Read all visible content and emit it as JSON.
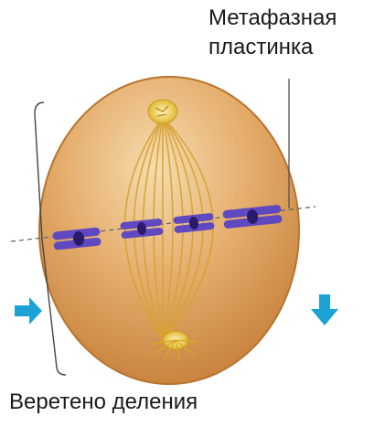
{
  "labels": {
    "metaphase_plate_line1": "Метафазная",
    "metaphase_plate_line2": "пластинка",
    "spindle": "Веретено деления"
  },
  "colors": {
    "cell_fill": "#d99a55",
    "cell_light": "#f3d3a0",
    "cell_edge": "#c07a38",
    "spindle_fiber": "#d8a83a",
    "chromosome": "#6048c0",
    "chromosome_dark": "#2a1a6a",
    "centrosome": "#f2d760",
    "arrow": "#1ba3d6",
    "line": "#555555"
  },
  "icons": [
    "arrow-right-icon",
    "arrow-down-icon"
  ]
}
